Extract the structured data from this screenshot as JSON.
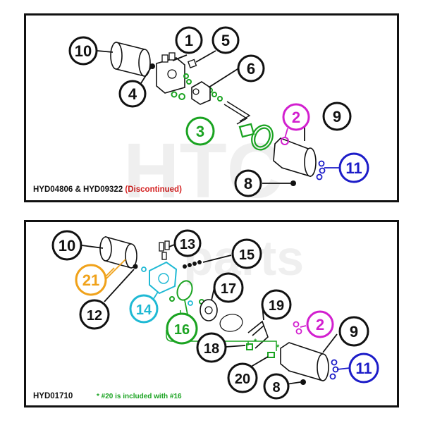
{
  "top": {
    "caption_main": "HYD04806 & HYD09322",
    "caption_note": "(Discontinued)",
    "callouts": [
      "10",
      "1",
      "5",
      "4",
      "6",
      "3",
      "2",
      "9",
      "11",
      "8"
    ]
  },
  "bottom": {
    "caption_main": "HYD01710",
    "footnote": "* #20 is included with #16",
    "callouts": [
      "10",
      "13",
      "15",
      "21",
      "12",
      "14",
      "17",
      "19",
      "16",
      "2",
      "9",
      "18",
      "11",
      "20",
      "8"
    ]
  },
  "colors": {
    "black": "#111111",
    "green": "#1aa321",
    "magenta": "#d21fcf",
    "blue": "#1c1cc8",
    "orange": "#f0a21a",
    "cyan": "#1fb9d4",
    "red": "#d41f1f"
  }
}
